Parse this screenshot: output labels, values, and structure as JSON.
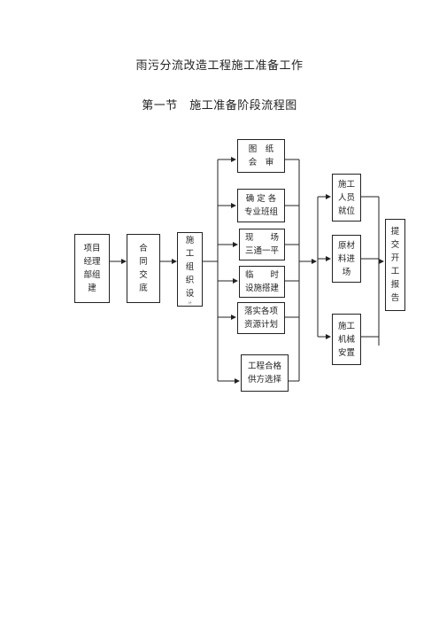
{
  "document": {
    "title": "雨污分流改造工程施工准备工作",
    "section_heading": "第一节　施工准备阶段流程图"
  },
  "flowchart": {
    "project_team": [
      "项目",
      "经理",
      "部组",
      "建"
    ],
    "contract_briefing": [
      "合",
      "同",
      "交",
      "底"
    ],
    "construction_org": [
      "施",
      "工",
      "组",
      "织",
      "设"
    ],
    "construction_org_note": "计",
    "tasks": [
      [
        "图　纸",
        "会　审"
      ],
      [
        "确 定 各",
        "专业班组"
      ],
      [
        "现　　场",
        "三通一平"
      ],
      [
        "临　　时",
        "设施搭建"
      ],
      [
        "落实各项",
        "资源计划"
      ],
      [
        "工程合格",
        "供方选择"
      ]
    ],
    "resources": [
      [
        "施工",
        "人员",
        "就位"
      ],
      [
        "原材",
        "料进",
        "场"
      ],
      [
        "施工",
        "机械",
        "安置"
      ]
    ],
    "final_report": [
      "提",
      "交",
      "开",
      "工",
      "报",
      "告"
    ]
  }
}
